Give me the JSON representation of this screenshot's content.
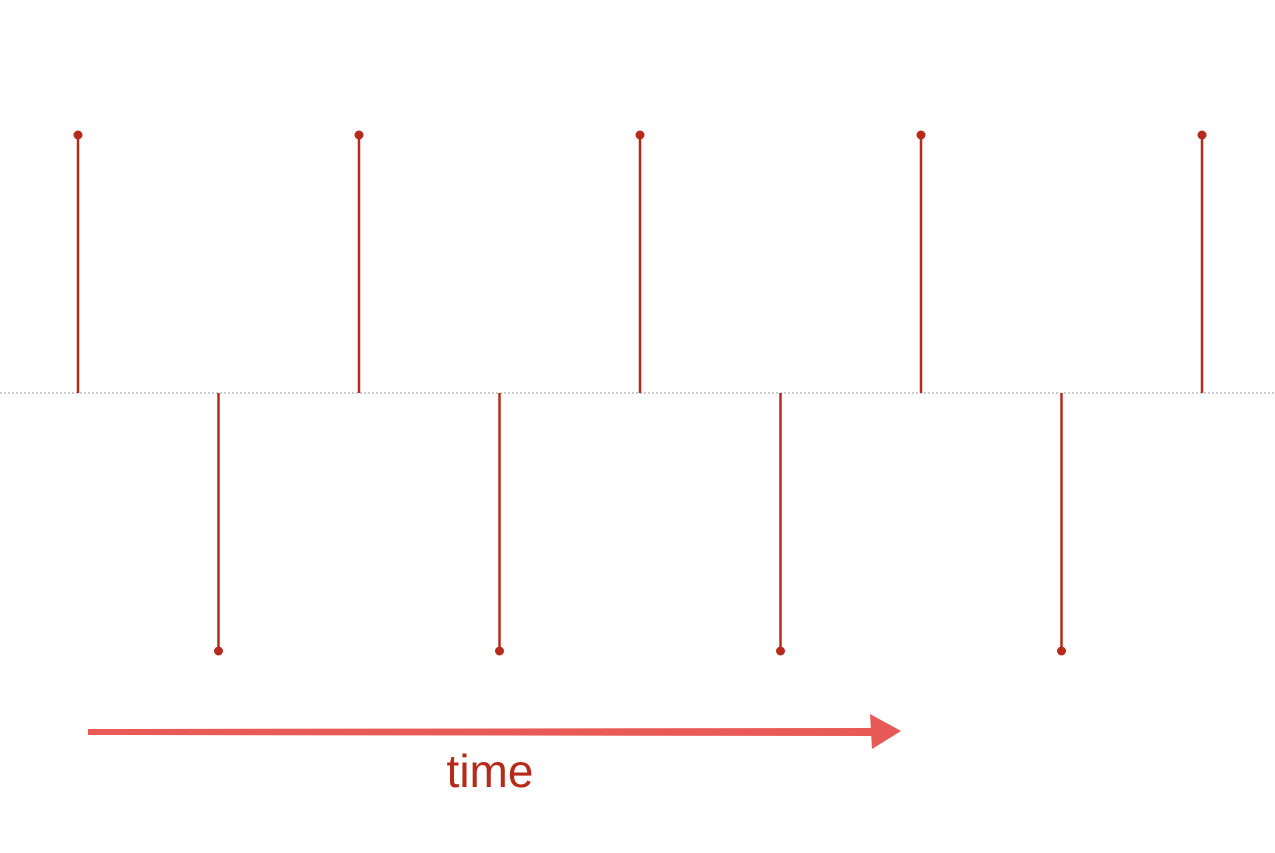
{
  "chart_data": {
    "type": "stem",
    "values": [
      1,
      -1,
      1,
      -1,
      1,
      -1,
      1,
      -1,
      1
    ],
    "baseline": 0,
    "ylim": [
      -1,
      1
    ],
    "grid": false
  },
  "axis_arrow_label": "time",
  "colors": {
    "stem": "#b52a1a",
    "baseline": "#9a9a9a",
    "arrow": "#e85a55",
    "label": "#b52a1a"
  }
}
